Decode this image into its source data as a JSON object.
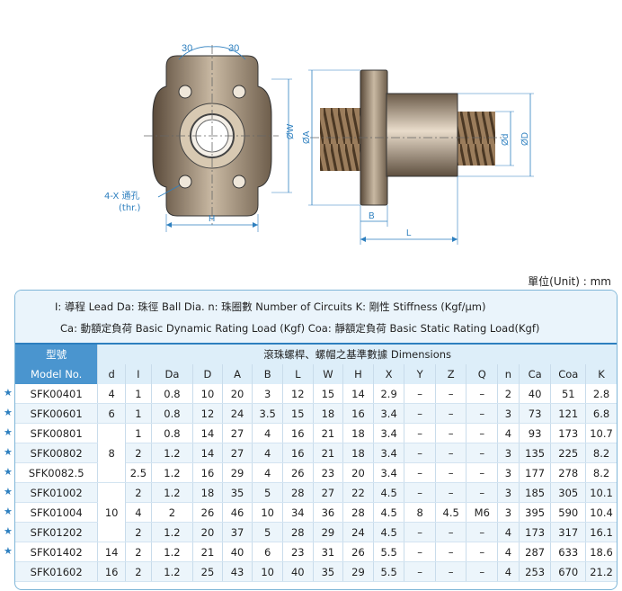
{
  "drawing": {
    "left_view": {
      "dim_left": "30",
      "dim_right": "30",
      "w_label": "ØW",
      "h_label": "H",
      "hole_label": "4-X 通孔",
      "hole_sub": "(thr.)"
    },
    "right_view": {
      "a_label": "ØA",
      "b_label": "B",
      "l_label": "L",
      "d_label": "Ød",
      "D_label": "ØD"
    }
  },
  "unit": "單位(Unit) : mm",
  "legend": {
    "line1": "I: 導程  Lead    Da: 珠徑  Ball Dia.   n: 珠圈數  Number of Circuits    K: 剛性  Stiffness (Kgf/μm)",
    "line2": "Ca: 動額定負荷  Basic Dynamic Rating Load (Kgf)   Coa: 靜額定負荷  Basic Static Rating Load(Kgf)"
  },
  "table": {
    "model_header_zh": "型號",
    "model_header_en": "Model No.",
    "dims_header": "滾珠螺桿、螺帽之基準數據  Dimensions",
    "columns": [
      "d",
      "I",
      "Da",
      "D",
      "A",
      "B",
      "L",
      "W",
      "H",
      "X",
      "Y",
      "Z",
      "Q",
      "n",
      "Ca",
      "Coa",
      "K"
    ],
    "rows": [
      {
        "model": "SFK00401",
        "d": "4",
        "I": "1",
        "Da": "0.8",
        "D": "10",
        "A": "20",
        "B": "3",
        "L": "12",
        "W": "15",
        "H": "14",
        "X": "2.9",
        "Y": "–",
        "Z": "–",
        "Q": "–",
        "n": "2",
        "Ca": "40",
        "Coa": "51",
        "K": "2.8"
      },
      {
        "model": "SFK00601",
        "d": "6",
        "I": "1",
        "Da": "0.8",
        "D": "12",
        "A": "24",
        "B": "3.5",
        "L": "15",
        "W": "18",
        "H": "16",
        "X": "3.4",
        "Y": "–",
        "Z": "–",
        "Q": "–",
        "n": "3",
        "Ca": "73",
        "Coa": "121",
        "K": "6.8"
      },
      {
        "model": "SFK00801",
        "d": "",
        "I": "1",
        "Da": "0.8",
        "D": "14",
        "A": "27",
        "B": "4",
        "L": "16",
        "W": "21",
        "H": "18",
        "X": "3.4",
        "Y": "–",
        "Z": "–",
        "Q": "–",
        "n": "4",
        "Ca": "93",
        "Coa": "173",
        "K": "10.7"
      },
      {
        "model": "SFK00802",
        "d": "8",
        "I": "2",
        "Da": "1.2",
        "D": "14",
        "A": "27",
        "B": "4",
        "L": "16",
        "W": "21",
        "H": "18",
        "X": "3.4",
        "Y": "–",
        "Z": "–",
        "Q": "–",
        "n": "3",
        "Ca": "135",
        "Coa": "225",
        "K": "8.2"
      },
      {
        "model": "SFK0082.5",
        "d": "",
        "I": "2.5",
        "Da": "1.2",
        "D": "16",
        "A": "29",
        "B": "4",
        "L": "26",
        "W": "23",
        "H": "20",
        "X": "3.4",
        "Y": "–",
        "Z": "–",
        "Q": "–",
        "n": "3",
        "Ca": "177",
        "Coa": "278",
        "K": "8.2"
      },
      {
        "model": "SFK01002",
        "d": "10",
        "I": "2",
        "Da": "1.2",
        "D": "18",
        "A": "35",
        "B": "5",
        "L": "28",
        "W": "27",
        "H": "22",
        "X": "4.5",
        "Y": "–",
        "Z": "–",
        "Q": "–",
        "n": "3",
        "Ca": "185",
        "Coa": "305",
        "K": "10.1"
      },
      {
        "model": "SFK01004",
        "d": "",
        "I": "4",
        "Da": "2",
        "D": "26",
        "A": "46",
        "B": "10",
        "L": "34",
        "W": "36",
        "H": "28",
        "X": "4.5",
        "Y": "8",
        "Z": "4.5",
        "Q": "M6",
        "n": "3",
        "Ca": "395",
        "Coa": "590",
        "K": "10.4"
      },
      {
        "model": "SFK01202",
        "d": "",
        "I": "2",
        "Da": "1.2",
        "D": "20",
        "A": "37",
        "B": "5",
        "L": "28",
        "W": "29",
        "H": "24",
        "X": "4.5",
        "Y": "–",
        "Z": "–",
        "Q": "–",
        "n": "4",
        "Ca": "173",
        "Coa": "317",
        "K": "16.1"
      },
      {
        "model": "SFK01402",
        "d": "14",
        "I": "2",
        "Da": "1.2",
        "D": "21",
        "A": "40",
        "B": "6",
        "L": "23",
        "W": "31",
        "H": "26",
        "X": "5.5",
        "Y": "–",
        "Z": "–",
        "Q": "–",
        "n": "4",
        "Ca": "287",
        "Coa": "633",
        "K": "18.6"
      },
      {
        "model": "SFK01602",
        "d": "16",
        "I": "2",
        "Da": "1.2",
        "D": "25",
        "A": "43",
        "B": "10",
        "L": "40",
        "W": "35",
        "H": "29",
        "X": "5.5",
        "Y": "–",
        "Z": "–",
        "Q": "–",
        "n": "4",
        "Ca": "253",
        "Coa": "670",
        "K": "21.2"
      }
    ],
    "star_symbol": "★",
    "starred_rows": [
      0,
      1,
      2,
      3,
      4,
      5,
      6,
      7,
      8
    ]
  },
  "colors": {
    "header_blue": "#4a95cf",
    "accent": "#2d7fbf",
    "row_alt": "#ecf5fb",
    "drawing_metal": "#8a7d6a"
  }
}
